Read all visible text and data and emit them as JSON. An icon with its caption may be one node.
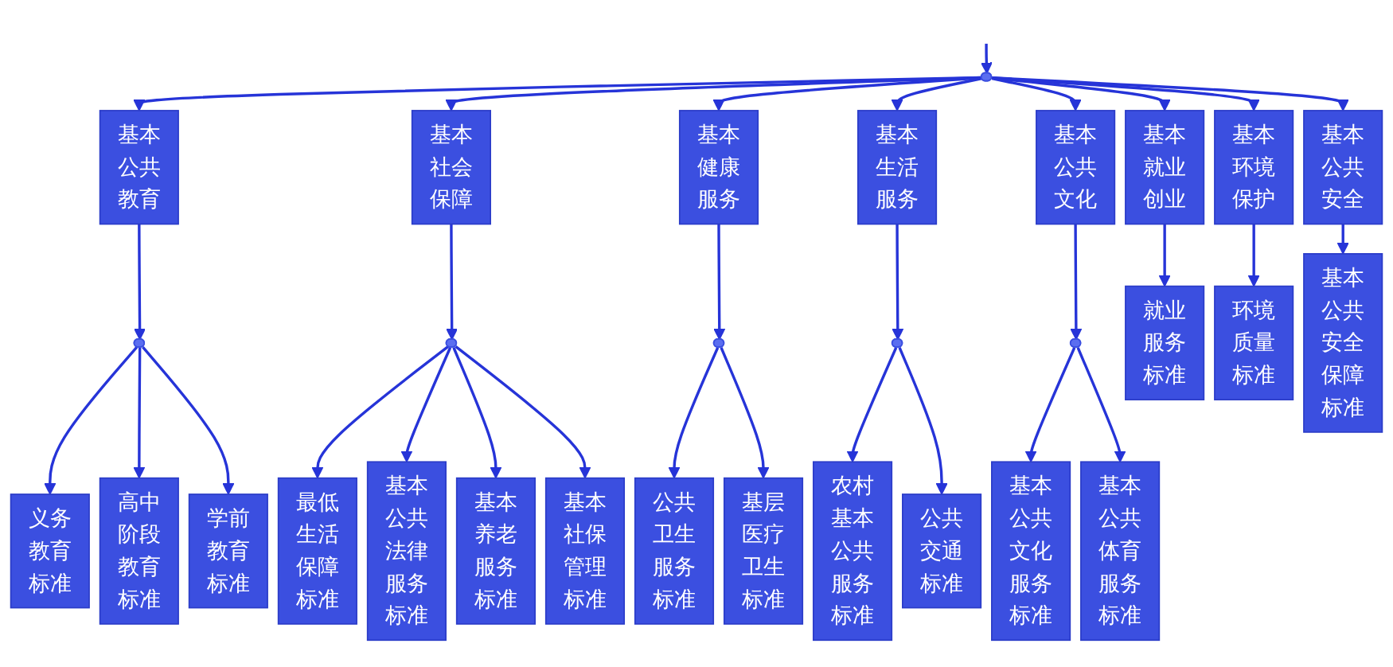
{
  "diagram": {
    "nodes": [
      {
        "text": [],
        "shape": "band"
      },
      {
        "text": [
          "基本公共教育"
        ]
      },
      {
        "text": [
          "基本就业创业"
        ]
      },
      {
        "text": [
          "基本社会保障"
        ]
      },
      {
        "text": [
          "基本健康服务"
        ]
      },
      {
        "text": [
          "基本生活服务"
        ]
      },
      {
        "text": [
          "基本公共文化"
        ]
      },
      {
        "text": [
          "基本环境保护"
        ]
      },
      {
        "text": [
          "基本公共安全"
        ]
      },
      {
        "text": [],
        "shape": "band"
      },
      {
        "text": [],
        "shape": "band"
      },
      {
        "text": [],
        "shape": "band"
      },
      {
        "text": [],
        "shape": "band"
      },
      {
        "text": [],
        "shape": "band"
      },
      {
        "text": [
          "义务教育标准"
        ]
      },
      {
        "text": [
          "高中阶段教育标准"
        ]
      },
      {
        "text": [
          "学前教育标准"
        ]
      },
      {
        "text": [
          "就业服务标准"
        ]
      },
      {
        "text": [
          "最低生活保障标准"
        ]
      },
      {
        "text": [
          "基本公共法律服务标准"
        ]
      },
      {
        "text": [
          "基本养老服务标准"
        ]
      },
      {
        "text": [
          "基本社保管理标准"
        ]
      },
      {
        "text": [
          "公共卫生服务标准"
        ]
      },
      {
        "text": [
          "基层医疗卫生标准"
        ]
      },
      {
        "text": [
          "农村基本公共服务标准"
        ]
      },
      {
        "text": [
          "公共交通标准"
        ]
      },
      {
        "text": [
          "基本公共文化服务标准"
        ]
      },
      {
        "text": [
          "基本公共体育服务标准"
        ]
      },
      {
        "text": [
          "环境质量标准"
        ]
      },
      {
        "text": [
          "基本公共安全保障标准"
        ]
      }
    ],
    "edges": [
      {
        "from": null,
        "to": 0,
        "arrow": "to"
      },
      {
        "from": 0,
        "to": 1,
        "arrow": "to"
      },
      {
        "from": 0,
        "to": 2,
        "arrow": "to"
      },
      {
        "from": 0,
        "to": 3,
        "arrow": "to"
      },
      {
        "from": 0,
        "to": 4,
        "arrow": "to"
      },
      {
        "from": 0,
        "to": 5,
        "arrow": "to"
      },
      {
        "from": 0,
        "to": 6,
        "arrow": "to"
      },
      {
        "from": 0,
        "to": 7,
        "arrow": "to"
      },
      {
        "from": 0,
        "to": 8,
        "arrow": "to"
      },
      {
        "from": 1,
        "to": 9,
        "arrow": "to"
      },
      {
        "from": 2,
        "to": 17,
        "arrow": "to"
      },
      {
        "from": 3,
        "to": 10,
        "arrow": "to"
      },
      {
        "from": 4,
        "to": 11,
        "arrow": "to"
      },
      {
        "from": 5,
        "to": 12,
        "arrow": "to"
      },
      {
        "from": 6,
        "to": 13,
        "arrow": "to"
      },
      {
        "from": 7,
        "to": 28,
        "arrow": "to"
      },
      {
        "from": 8,
        "to": 29,
        "arrow": "to"
      },
      {
        "from": 9,
        "to": 14,
        "arrow": "to"
      },
      {
        "from": 9,
        "to": 15,
        "arrow": "to"
      },
      {
        "from": 9,
        "to": 16,
        "arrow": "to"
      },
      {
        "from": 10,
        "to": 18,
        "arrow": "to"
      },
      {
        "from": 10,
        "to": 19,
        "arrow": "to"
      },
      {
        "from": 10,
        "to": 20,
        "arrow": "to"
      },
      {
        "from": 10,
        "to": 21,
        "arrow": "to"
      },
      {
        "from": 11,
        "to": 22,
        "arrow": "to"
      },
      {
        "from": 11,
        "to": 23,
        "arrow": "to"
      },
      {
        "from": 12,
        "to": 24,
        "arrow": "to"
      },
      {
        "from": 12,
        "to": 25,
        "arrow": "to"
      },
      {
        "from": 13,
        "to": 26,
        "arrow": "to"
      },
      {
        "from": 13,
        "to": 27,
        "arrow": "to"
      }
    ]
  }
}
